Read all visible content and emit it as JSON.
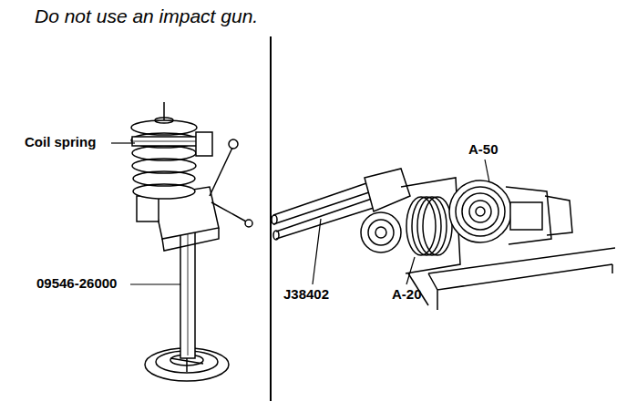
{
  "diagram": {
    "labels": [
      "Do not use an impact gun.",
      "Coil spring",
      "09546-26000",
      "J38402",
      "A-20",
      "A-50"
    ]
  }
}
